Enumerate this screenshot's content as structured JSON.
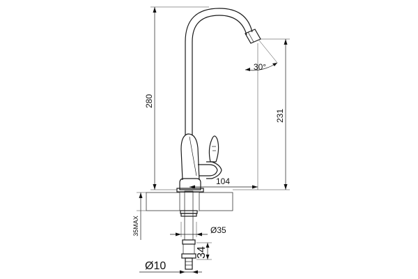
{
  "dimensions": {
    "height_total": "280",
    "spout_height": "231",
    "spout_reach": "104",
    "spout_angle": "30°",
    "mount_thickness": "35MAX",
    "hole_diameter": "Ø35",
    "fitting_size": "34",
    "connector_diameter": "Ø10"
  },
  "colors": {
    "line": "#1a1a1a",
    "counter_fill": "#ffffff",
    "rod_fill": "#555555"
  }
}
